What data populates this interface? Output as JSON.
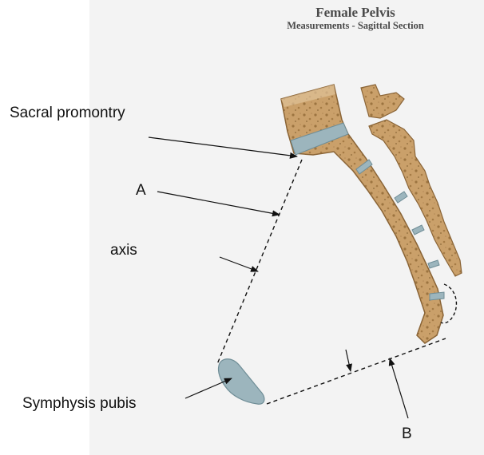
{
  "title": "Female Pelvis",
  "subtitle": "Measurements - Sagittal Section",
  "labels": {
    "sacral_promontory": "Sacral promontry",
    "a": "A",
    "axis": "axis",
    "symphysis_pubis": "Symphysis pubis",
    "b": "B"
  },
  "colors": {
    "bone": "#c9a06a",
    "bone_dark": "#8a6436",
    "cartilage": "#9cb5bd",
    "panel_bg": "#f3f3f3",
    "ink": "#111111"
  }
}
